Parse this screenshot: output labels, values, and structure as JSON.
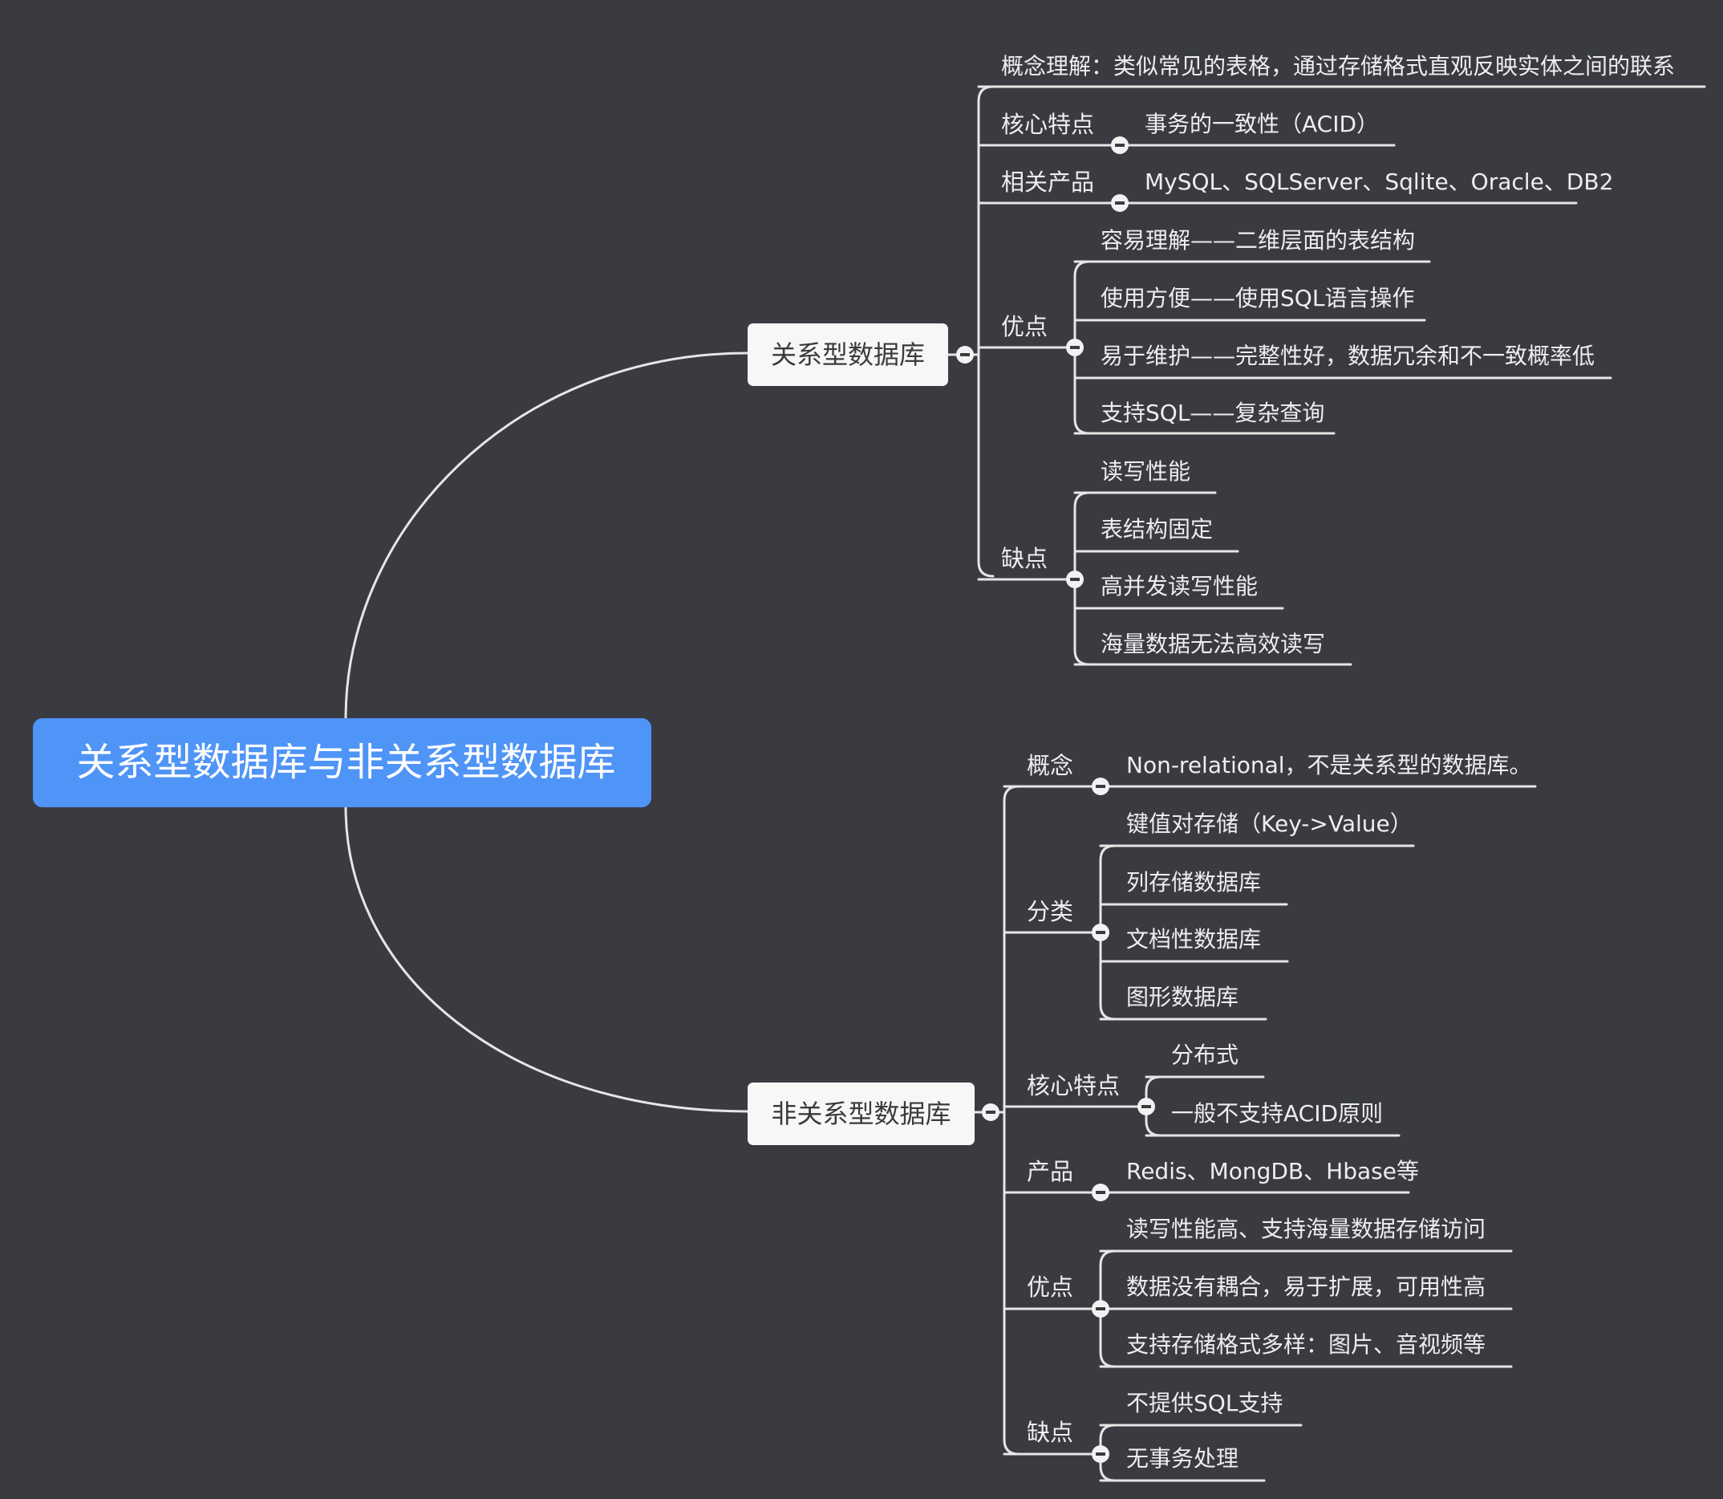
{
  "root": {
    "label": "关系型数据库与非关系型数据库"
  },
  "relational": {
    "label": "关系型数据库",
    "concept": {
      "label": "概念理解：类似常见的表格，通过存储格式直观反映实体之间的联系"
    },
    "core": {
      "label": "核心特点",
      "items": [
        "事务的一致性（ACID）"
      ]
    },
    "products": {
      "label": "相关产品",
      "items": [
        "MySQL、SQLServer、Sqlite、Oracle、DB2"
      ]
    },
    "pros": {
      "label": "优点",
      "items": [
        "容易理解——二维层面的表结构",
        "使用方便——使用SQL语言操作",
        "易于维护——完整性好，数据冗余和不一致概率低",
        "支持SQL——复杂查询"
      ]
    },
    "cons": {
      "label": "缺点",
      "items": [
        "读写性能",
        "表结构固定",
        "高并发读写性能",
        "海量数据无法高效读写"
      ]
    }
  },
  "nonrelational": {
    "label": "非关系型数据库",
    "concept": {
      "label": "概念",
      "items": [
        "Non-relational，不是关系型的数据库。"
      ]
    },
    "categories": {
      "label": "分类",
      "items": [
        "键值对存储（Key->Value）",
        "列存储数据库",
        "文档性数据库",
        "图形数据库"
      ]
    },
    "core": {
      "label": "核心特点",
      "items": [
        "分布式",
        "一般不支持ACID原则"
      ]
    },
    "products": {
      "label": "产品",
      "items": [
        "Redis、MongDB、Hbase等"
      ]
    },
    "pros": {
      "label": "优点",
      "items": [
        "读写性能高、支持海量数据存储访问",
        "数据没有耦合，易于扩展，可用性高",
        "支持存储格式多样：图片、音视频等"
      ]
    },
    "cons": {
      "label": "缺点",
      "items": [
        "不提供SQL支持",
        "无事务处理"
      ]
    }
  },
  "colors": {
    "background": "#393b40",
    "root_fill": "#4f94f7",
    "branch_fill": "#f7f7f7",
    "line": "#e6e6e6",
    "text": "#eeeeee"
  }
}
